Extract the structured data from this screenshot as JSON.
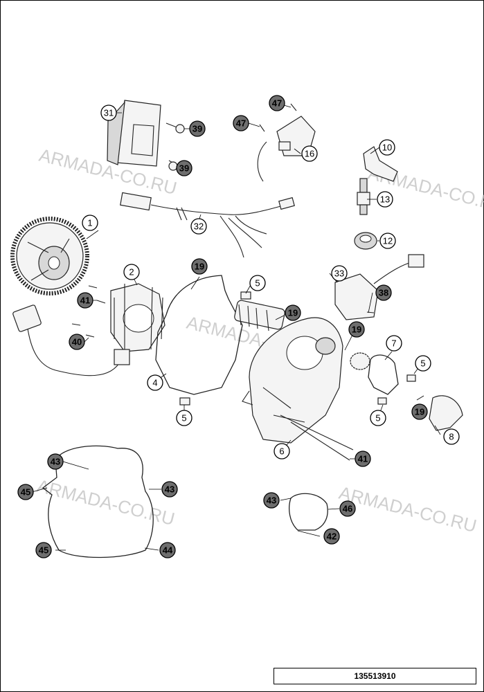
{
  "figure_id": "135513910",
  "watermarks": [
    "ARMADA-CO.RU",
    "ARMADA-CO.RU",
    "ARMADA-CO.RU",
    "ARMADA-CO.RU",
    "ARMADA-CO.RU"
  ],
  "callouts": {
    "c1": "1",
    "c2": "2",
    "c4": "4",
    "c5a": "5",
    "c5b": "5",
    "c5c": "5",
    "c5d": "5",
    "c6": "6",
    "c7": "7",
    "c8": "8",
    "c10": "10",
    "c12": "12",
    "c13": "13",
    "c16": "16",
    "c19a": "19",
    "c19b": "19",
    "c19c": "19",
    "c19d": "19",
    "c31": "31",
    "c32": "32",
    "c33": "33",
    "c38": "38",
    "c39a": "39",
    "c39b": "39",
    "c40": "40",
    "c41a": "41",
    "c41b": "41",
    "c42": "42",
    "c43a": "43",
    "c43b": "43",
    "c43c": "43",
    "c44": "44",
    "c45a": "45",
    "c45b": "45",
    "c46": "46",
    "c47a": "47",
    "c47b": "47"
  }
}
